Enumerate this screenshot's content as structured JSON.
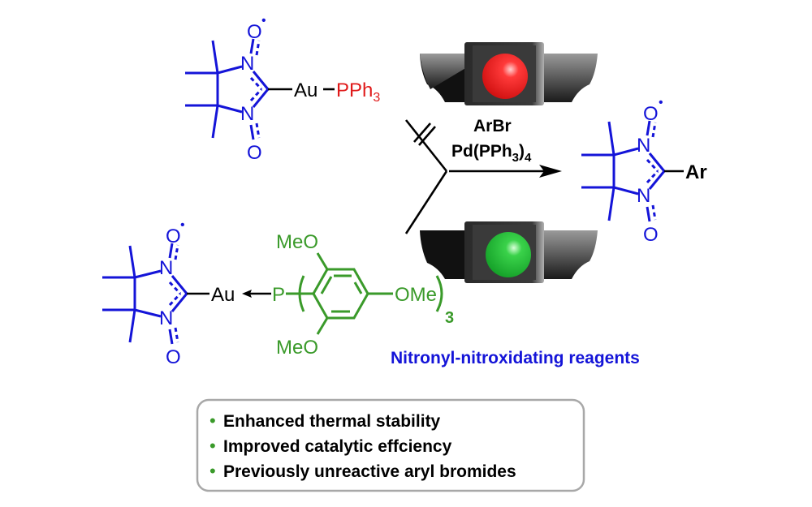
{
  "figure": {
    "reagent_top": {
      "carbon_atoms_label": "N",
      "oxygen_label": "O",
      "metal": "Au",
      "ligand_P": "PPh",
      "ligand_sub": "3",
      "radical_dot": "•"
    },
    "reagent_bottom": {
      "nitrogen_label": "N",
      "oxygen_label": "O",
      "metal": "Au",
      "phosphorus": "P",
      "ortho_top": "MeO",
      "ortho_bottom": "MeO",
      "para": "OMe",
      "multiplier": "3",
      "radical_dot": "•"
    },
    "conditions": {
      "reagent": "ArBr",
      "catalyst_main": "Pd(PPh",
      "catalyst_sub1": "3",
      "catalyst_close": ")",
      "catalyst_sub2": "4"
    },
    "product": {
      "nitrogen_label": "N",
      "oxygen_label": "O",
      "substituent": "Ar",
      "radical_dot": "•"
    },
    "caption": "Nitronyl-nitroxidating reagents",
    "signals": {
      "top": {
        "state": "stop",
        "color": "#e81c1c"
      },
      "bottom": {
        "state": "go",
        "color": "#22c23a"
      }
    },
    "benefits": {
      "bullet": "•",
      "items": [
        "Enhanced thermal stability",
        "Improved catalytic effciency",
        "Previously unreactive aryl bromides"
      ]
    }
  },
  "colors": {
    "radical_blue": "#1414d8",
    "ligand_red": "#e01a1a",
    "ligand_green": "#3a9a2a",
    "bullet_green": "#3a9a2a"
  }
}
